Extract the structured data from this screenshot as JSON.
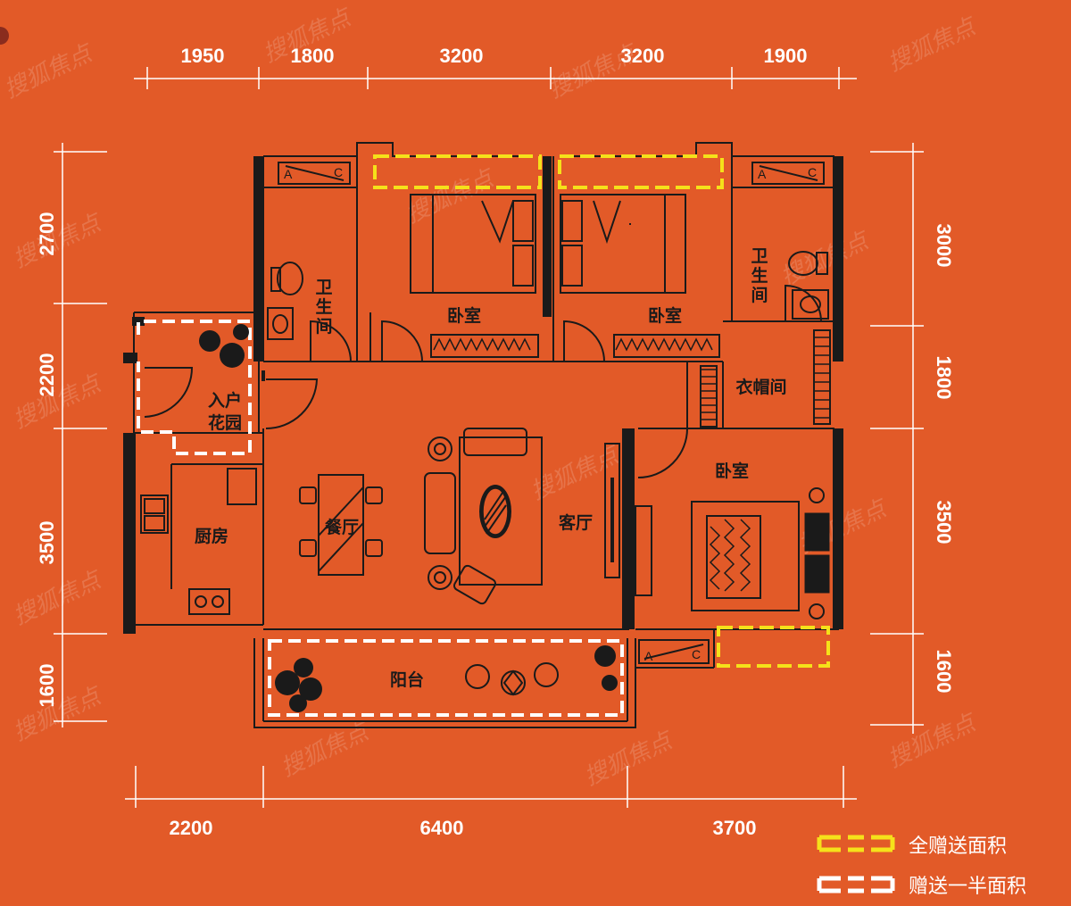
{
  "dimensions": {
    "top": [
      "1950",
      "1800",
      "3200",
      "3200",
      "1900"
    ],
    "bottom": [
      "2200",
      "6400",
      "3700"
    ],
    "left": [
      "2700",
      "2200",
      "3500",
      "1600"
    ],
    "right": [
      "3000",
      "1800",
      "3500",
      "1600"
    ]
  },
  "rooms": {
    "bath_left": [
      "卫",
      "生",
      "间"
    ],
    "bath_right": [
      "卫",
      "生",
      "间"
    ],
    "bedroom_1": "卧室",
    "bedroom_2": "卧室",
    "bedroom_3": "卧室",
    "garden": [
      "入户",
      "花园"
    ],
    "kitchen": "厨房",
    "dining": "餐厅",
    "living": "客厅",
    "closet": "衣帽间",
    "balcony": "阳台"
  },
  "ac_label": {
    "a": "A",
    "c": "C"
  },
  "legend": {
    "full_gift": "全赠送面积",
    "half_gift": "赠送一半面积",
    "full_gift_color": "#F5E11A",
    "half_gift_color": "#FFFFFF"
  },
  "watermark": "搜狐焦点"
}
